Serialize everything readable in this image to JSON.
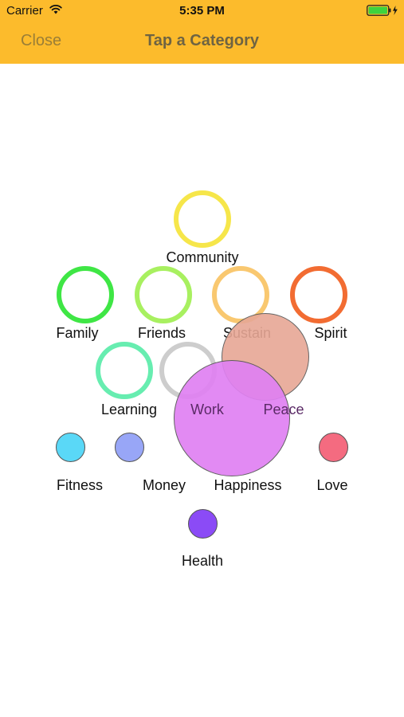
{
  "status_bar": {
    "carrier": "Carrier",
    "time": "5:35 PM",
    "icons": [
      "wifi-icon",
      "battery-icon",
      "charging-bolt-icon"
    ]
  },
  "nav": {
    "close_label": "Close",
    "title": "Tap a Category",
    "bar_color": "#FCBB2C"
  },
  "categories": {
    "community": {
      "label": "Community",
      "color": "#F6E64A"
    },
    "family": {
      "label": "Family",
      "color": "#3FE645"
    },
    "friends": {
      "label": "Friends",
      "color": "#A8F060"
    },
    "sustain": {
      "label": "Sustain",
      "color": "#F9C870"
    },
    "spirit": {
      "label": "Spirit",
      "color": "#F26C32"
    },
    "learning": {
      "label": "Learning",
      "color": "#67EDB0"
    },
    "work": {
      "label": "Work",
      "color": "#CDCDCD"
    },
    "peace": {
      "label": "Peace",
      "color": "#E7A795"
    },
    "fitness": {
      "label": "Fitness",
      "color": "#5AD8F7"
    },
    "money": {
      "label": "Money",
      "color": "#98A6F7"
    },
    "happiness": {
      "label": "Happiness",
      "color": "#E081F2"
    },
    "love": {
      "label": "Love",
      "color": "#F46B80"
    },
    "health": {
      "label": "Health",
      "color": "#8B4BF6"
    }
  }
}
